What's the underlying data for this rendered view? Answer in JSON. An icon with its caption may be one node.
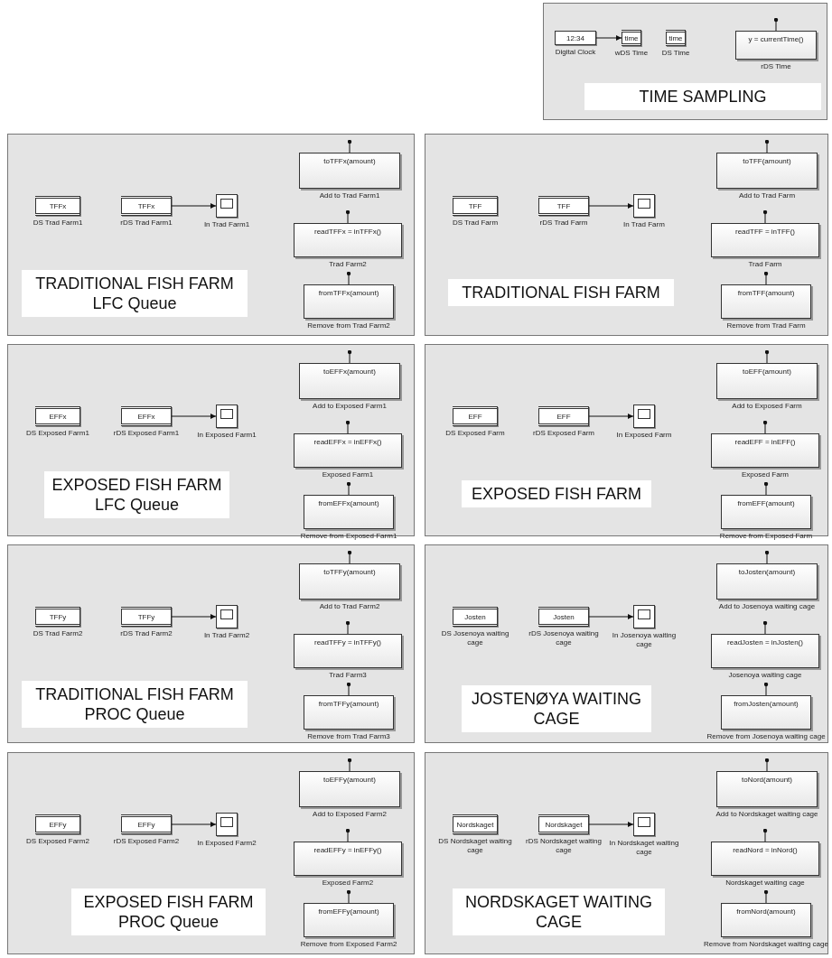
{
  "diagram": {
    "nodes": [
      {
        "text": [
          "TIME SAMPLING"
        ]
      },
      {
        "text": [
          "12:34"
        ],
        "in": 0,
        "beside": [
          "Digital Clock"
        ]
      },
      {
        "text": [
          "time"
        ],
        "in": 0,
        "beside": [
          "wDS Time"
        ]
      },
      {
        "text": [
          "time"
        ],
        "in": 0,
        "beside": [
          "DS Time"
        ]
      },
      {
        "text": [
          "y = currentTime()"
        ],
        "in": 0,
        "beside": [
          "rDS Time"
        ]
      },
      {
        "text": [
          "TRADITIONAL FISH FARM LFC Queue"
        ]
      },
      {
        "text": [
          "TFFx"
        ],
        "in": 5,
        "beside": [
          "DS Trad Farm1"
        ]
      },
      {
        "text": [
          "TFFx"
        ],
        "in": 5,
        "beside": [
          "rDS Trad Farm1"
        ]
      },
      {
        "text": [],
        "shape": "box",
        "in": 5,
        "beside": [
          "In Trad Farm1"
        ]
      },
      {
        "text": [
          "toTFFx(amount)"
        ],
        "in": 5,
        "beside": [
          "Add to Trad Farm1"
        ]
      },
      {
        "text": [
          "readTFFx = inTFFx()"
        ],
        "in": 5,
        "beside": [
          "Trad Farm2"
        ]
      },
      {
        "text": [
          "fromTFFx(amount)"
        ],
        "in": 5,
        "beside": [
          "Remove from Trad Farm2"
        ]
      },
      {
        "text": [
          "TRADITIONAL FISH FARM"
        ]
      },
      {
        "text": [
          "TFF"
        ],
        "in": 12,
        "beside": [
          "DS Trad Farm"
        ]
      },
      {
        "text": [
          "TFF"
        ],
        "in": 12,
        "beside": [
          "rDS Trad Farm"
        ]
      },
      {
        "text": [],
        "shape": "box",
        "in": 12,
        "beside": [
          "In Trad Farm"
        ]
      },
      {
        "text": [
          "toTFF(amount)"
        ],
        "in": 12,
        "beside": [
          "Add to Trad Farm"
        ]
      },
      {
        "text": [
          "readTFF = inTFF()"
        ],
        "in": 12,
        "beside": [
          "Trad Farm"
        ]
      },
      {
        "text": [
          "fromTFF(amount)"
        ],
        "in": 12,
        "beside": [
          "Remove from Trad Farm"
        ]
      },
      {
        "text": [
          "EXPOSED FISH FARM LFC Queue"
        ]
      },
      {
        "text": [
          "EFFx"
        ],
        "in": 19,
        "beside": [
          "DS Exposed Farm1"
        ]
      },
      {
        "text": [
          "EFFx"
        ],
        "in": 19,
        "beside": [
          "rDS Exposed Farm1"
        ]
      },
      {
        "text": [],
        "shape": "box",
        "in": 19,
        "beside": [
          "In Exposed Farm1"
        ]
      },
      {
        "text": [
          "toEFFx(amount)"
        ],
        "in": 19,
        "beside": [
          "Add to Exposed Farm1"
        ]
      },
      {
        "text": [
          "readEFFx = inEFFx()"
        ],
        "in": 19,
        "beside": [
          "Exposed Farm1"
        ]
      },
      {
        "text": [
          "fromEFFx(amount)"
        ],
        "in": 19,
        "beside": [
          "Remove from Exposed Farm1"
        ]
      },
      {
        "text": [
          "EXPOSED FISH FARM"
        ]
      },
      {
        "text": [
          "EFF"
        ],
        "in": 26,
        "beside": [
          "DS Exposed Farm"
        ]
      },
      {
        "text": [
          "EFF"
        ],
        "in": 26,
        "beside": [
          "rDS Exposed Farm"
        ]
      },
      {
        "text": [],
        "shape": "box",
        "in": 26,
        "beside": [
          "In Exposed Farm"
        ]
      },
      {
        "text": [
          "toEFF(amount)"
        ],
        "in": 26,
        "beside": [
          "Add to Exposed Farm"
        ]
      },
      {
        "text": [
          "readEFF = inEFF()"
        ],
        "in": 26,
        "beside": [
          "Exposed Farm"
        ]
      },
      {
        "text": [
          "fromEFF(amount)"
        ],
        "in": 26,
        "beside": [
          "Remove from Exposed Farm"
        ]
      },
      {
        "text": [
          "TRADITIONAL FISH FARM PROC Queue"
        ]
      },
      {
        "text": [
          "TFFy"
        ],
        "in": 33,
        "beside": [
          "DS Trad Farm2"
        ]
      },
      {
        "text": [
          "TFFy"
        ],
        "in": 33,
        "beside": [
          "rDS Trad Farm2"
        ]
      },
      {
        "text": [],
        "shape": "box",
        "in": 33,
        "beside": [
          "In Trad Farm2"
        ]
      },
      {
        "text": [
          "toTFFy(amount)"
        ],
        "in": 33,
        "beside": [
          "Add to Trad Farm2"
        ]
      },
      {
        "text": [
          "readTFFy = inTFFy()"
        ],
        "in": 33,
        "beside": [
          "Trad Farm3"
        ]
      },
      {
        "text": [
          "fromTFFy(amount)"
        ],
        "in": 33,
        "beside": [
          "Remove from Trad Farm3"
        ]
      },
      {
        "text": [
          "JOSTENØYA WAITING CAGE"
        ]
      },
      {
        "text": [
          "Josten"
        ],
        "in": 40,
        "beside": [
          "DS Josenoya waiting cage"
        ]
      },
      {
        "text": [
          "Josten"
        ],
        "in": 40,
        "beside": [
          "rDS Josenoya waiting cage"
        ]
      },
      {
        "text": [],
        "shape": "box",
        "in": 40,
        "beside": [
          "In Josenoya waiting cage"
        ]
      },
      {
        "text": [
          "toJosten(amount)"
        ],
        "in": 40,
        "beside": [
          "Add to Josenoya waiting cage"
        ]
      },
      {
        "text": [
          "readJosten = inJosten()"
        ],
        "in": 40,
        "beside": [
          "Josenoya waiting cage"
        ]
      },
      {
        "text": [
          "fromJosten(amount)"
        ],
        "in": 40,
        "beside": [
          "Remove from Josenoya waiting cage"
        ]
      },
      {
        "text": [
          "EXPOSED FISH FARM PROC Queue"
        ]
      },
      {
        "text": [
          "EFFy"
        ],
        "in": 47,
        "beside": [
          "DS Exposed Farm2"
        ]
      },
      {
        "text": [
          "EFFy"
        ],
        "in": 47,
        "beside": [
          "rDS Exposed Farm2"
        ]
      },
      {
        "text": [],
        "shape": "box",
        "in": 47,
        "beside": [
          "In Exposed Farm2"
        ]
      },
      {
        "text": [
          "toEFFy(amount)"
        ],
        "in": 47,
        "beside": [
          "Add to Exposed Farm2"
        ]
      },
      {
        "text": [
          "readEFFy = inEFFy()"
        ],
        "in": 47,
        "beside": [
          "Exposed Farm2"
        ]
      },
      {
        "text": [
          "fromEFFy(amount)"
        ],
        "in": 47,
        "beside": [
          "Remove from Exposed Farm2"
        ]
      },
      {
        "text": [
          "NORDSKAGET WAITING CAGE"
        ]
      },
      {
        "text": [
          "Nordskaget"
        ],
        "in": 54,
        "beside": [
          "DS Nordskaget waiting cage"
        ]
      },
      {
        "text": [
          "Nordskaget"
        ],
        "in": 54,
        "beside": [
          "rDS Nordskaget waiting cage"
        ]
      },
      {
        "text": [],
        "shape": "box",
        "in": 54,
        "beside": [
          "In Nordskaget waiting cage"
        ]
      },
      {
        "text": [
          "toNord(amount)"
        ],
        "in": 54,
        "beside": [
          "Add to Nordskaget waiting cage"
        ]
      },
      {
        "text": [
          "readNord = inNord()"
        ],
        "in": 54,
        "beside": [
          "Nordskaget waiting cage"
        ]
      },
      {
        "text": [
          "fromNord(amount)"
        ],
        "in": 54,
        "beside": [
          "Remove from Nordskaget waiting cage"
        ]
      }
    ],
    "edges": [
      {
        "from": 1,
        "to": 2,
        "arrow": "to"
      },
      {
        "from": null,
        "to": 4,
        "arrow": "other"
      },
      {
        "from": 7,
        "to": 8,
        "arrow": "to"
      },
      {
        "from": null,
        "to": 9,
        "arrow": "other"
      },
      {
        "from": null,
        "to": 10,
        "arrow": "other"
      },
      {
        "from": null,
        "to": 11,
        "arrow": "other"
      },
      {
        "from": 14,
        "to": 15,
        "arrow": "to"
      },
      {
        "from": null,
        "to": 16,
        "arrow": "other"
      },
      {
        "from": null,
        "to": 17,
        "arrow": "other"
      },
      {
        "from": null,
        "to": 18,
        "arrow": "other"
      },
      {
        "from": 21,
        "to": 22,
        "arrow": "to"
      },
      {
        "from": null,
        "to": 23,
        "arrow": "other"
      },
      {
        "from": null,
        "to": 24,
        "arrow": "other"
      },
      {
        "from": null,
        "to": 25,
        "arrow": "other"
      },
      {
        "from": 28,
        "to": 29,
        "arrow": "to"
      },
      {
        "from": null,
        "to": 30,
        "arrow": "other"
      },
      {
        "from": null,
        "to": 31,
        "arrow": "other"
      },
      {
        "from": null,
        "to": 32,
        "arrow": "other"
      },
      {
        "from": 35,
        "to": 36,
        "arrow": "to"
      },
      {
        "from": null,
        "to": 37,
        "arrow": "other"
      },
      {
        "from": null,
        "to": 38,
        "arrow": "other"
      },
      {
        "from": null,
        "to": 39,
        "arrow": "other"
      },
      {
        "from": 42,
        "to": 43,
        "arrow": "to"
      },
      {
        "from": null,
        "to": 44,
        "arrow": "other"
      },
      {
        "from": null,
        "to": 45,
        "arrow": "other"
      },
      {
        "from": null,
        "to": 46,
        "arrow": "other"
      },
      {
        "from": 49,
        "to": 50,
        "arrow": "to"
      },
      {
        "from": null,
        "to": 51,
        "arrow": "other"
      },
      {
        "from": null,
        "to": 52,
        "arrow": "other"
      },
      {
        "from": null,
        "to": 53,
        "arrow": "other"
      },
      {
        "from": 56,
        "to": 57,
        "arrow": "to"
      },
      {
        "from": null,
        "to": 58,
        "arrow": "other"
      },
      {
        "from": null,
        "to": 59,
        "arrow": "other"
      },
      {
        "from": null,
        "to": 60,
        "arrow": "other"
      }
    ]
  }
}
